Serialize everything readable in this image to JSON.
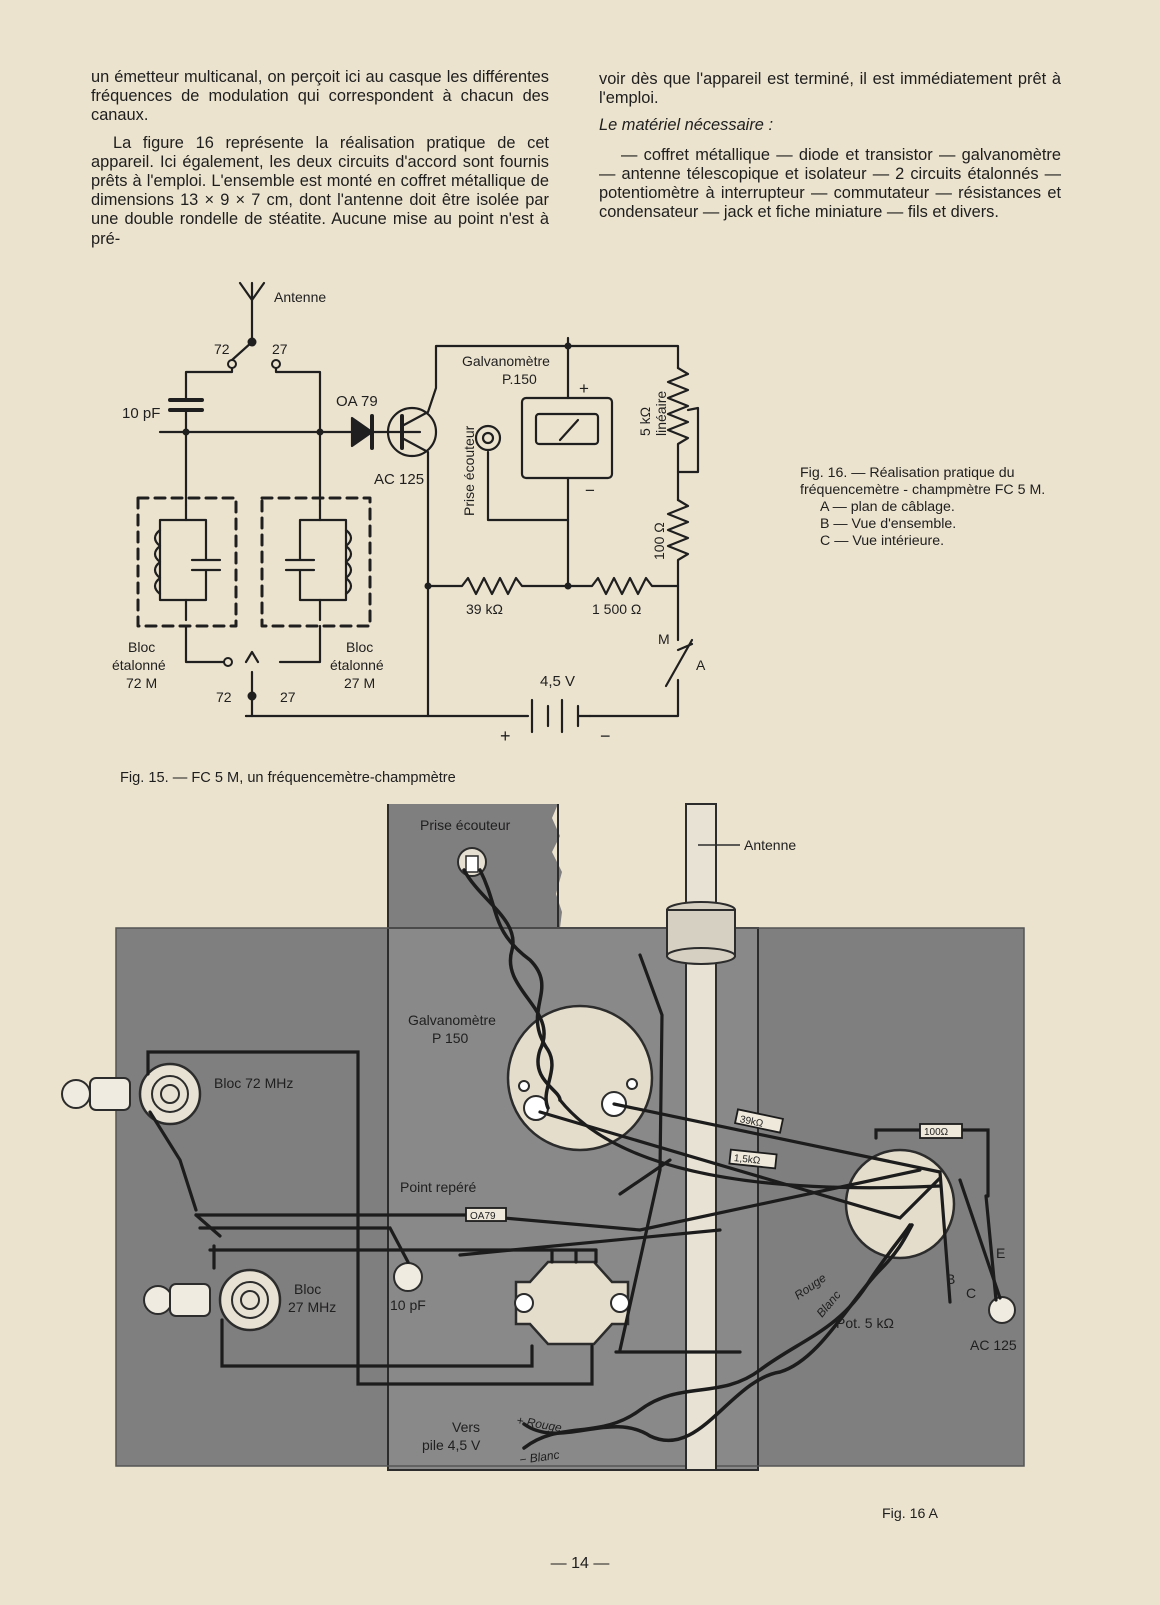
{
  "left_column": {
    "p1": "un émetteur multicanal, on perçoit ici au casque les différentes fréquences de modulation qui correspondent à chacun des canaux.",
    "p2": "La figure 16 représente la réalisation pratique de cet appareil. Ici également, les deux circuits d'accord sont fournis prêts à l'emploi. L'ensemble est monté en coffret métallique de dimensions 13 × 9 × 7 cm, dont l'antenne doit être isolée par une double rondelle de stéatite. Aucune mise au point n'est à pré-"
  },
  "right_column": {
    "p1": "voir dès que l'appareil est terminé, il est immédiatement prêt à l'emploi.",
    "heading": "Le matériel nécessaire :",
    "p2": "— coffret métallique — diode et transistor — galvanomètre — antenne télescopique et isolateur — 2 circuits étalonnés — potentiomètre à interrupteur — commutateur — résistances et condensateur — jack et fiche miniature — fils et divers."
  },
  "schematic": {
    "antenna": "Antenne",
    "sw_72": "72",
    "sw_27": "27",
    "cap": "10 pF",
    "diode": "OA 79",
    "transistor": "AC 125",
    "galvanometer": "Galvanomètre",
    "galvanometer_model": "P.150",
    "plus": "+",
    "minus": "−",
    "jack": "Prise écouteur",
    "pot_value": "5 kΩ",
    "pot_type": "linéaire",
    "r100": "100 Ω",
    "r39k": "39 kΩ",
    "r1500": "1 500 Ω",
    "bloc": "Bloc",
    "etalonne": "étalonné",
    "bloc_72_value": "72 M",
    "bloc_27_value": "27 M",
    "sel_72": "72",
    "sel_27": "27",
    "switch_m": "M",
    "switch_a": "A",
    "battery": "4,5 V",
    "bat_plus": "+",
    "bat_minus": "−"
  },
  "fig16_caption": {
    "title": "Fig. 16. — Réalisation pratique du fréquencemètre - champmètre FC 5 M.",
    "a": "A — plan de câblage.",
    "b": "B — Vue d'ensemble.",
    "c": "C — Vue intérieure."
  },
  "fig15_caption": "Fig. 15. — FC 5 M, un fréquencemètre-champmètre",
  "wiring": {
    "jack": "Prise écouteur",
    "antenna": "Antenne",
    "galvanometer": "Galvanomètre",
    "galvanometer_model": "P 150",
    "bloc72": "Bloc 72 MHz",
    "bloc27_1": "Bloc",
    "bloc27_2": "27 MHz",
    "point": "Point repéré",
    "oa79": "OA79",
    "cap": "10 pF",
    "r39k": "39kΩ",
    "r15k": "1,5kΩ",
    "r100": "100Ω",
    "pot": "Pot. 5 kΩ",
    "ac125": "AC 125",
    "e": "E",
    "b": "B",
    "c": "C",
    "rouge": "Rouge",
    "blanc": "Blanc",
    "vers": "Vers",
    "pile": "pile 4,5 V",
    "plus_rouge": "+ Rouge",
    "minus_blanc": "− Blanc"
  },
  "fig16a_caption": "Fig. 16 A",
  "page_number": "— 14 —"
}
